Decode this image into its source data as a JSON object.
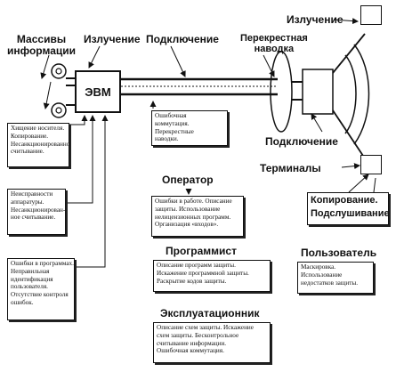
{
  "labels": {
    "arrays": [
      "Массивы",
      "информации"
    ],
    "radiation_left": "Излучение",
    "connection_top": "Подключение",
    "crosstalk": [
      "Перекрестная",
      "наводка"
    ],
    "radiation_right": "Излучение",
    "connection_right": "Подключение",
    "terminals": "Терминалы",
    "computer": "ЭВМ",
    "operator": "Оператор",
    "programmer": "Программист",
    "user": "Пользователь",
    "maintenance": "Эксплуатационник",
    "copy": [
      "Копирование.",
      "Подслушивание"
    ]
  },
  "boxes": {
    "media_theft": [
      "Хищение носителя.",
      "Копирование.",
      "Несанкционированное",
      "считывание."
    ],
    "hardware": [
      "Неисправности",
      "аппаратуры.",
      "Несанкционирован-",
      "ное считывание."
    ],
    "software": [
      "Ошибки в программах.",
      "Неправильная",
      "идентификация",
      "пользователя.",
      "Отсутствие контроля",
      "ошибок."
    ],
    "line": [
      "Ошибочная",
      "коммутация.",
      "Перекрестные",
      "наводки."
    ],
    "operator": [
      "Ошибки в работе. Описание",
      "защиты. Использование",
      "нелицензионных программ.",
      "Организация «входов»."
    ],
    "programmer": [
      "Описание программ защиты.",
      "Искажение программной защиты.",
      "Раскрытие кодов защиты."
    ],
    "user": [
      "Маскировка.",
      "Использование",
      "недостатков защиты."
    ],
    "maintenance": [
      "Описание схем защиты. Искажение",
      "схем защиты. Бесконтрольное",
      "считывание информации.",
      "Ошибочная коммутация."
    ]
  }
}
